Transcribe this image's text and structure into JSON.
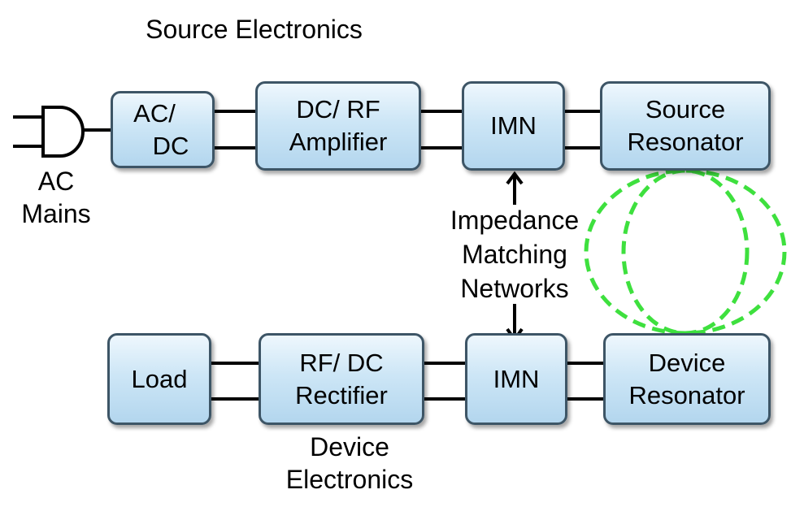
{
  "headings": {
    "source_electronics": "Source Electronics",
    "device_electronics": [
      "Device",
      "Electronics"
    ]
  },
  "ac_mains": [
    "AC",
    "Mains"
  ],
  "source_chain": {
    "acdc": [
      "AC/",
      "DC"
    ],
    "amplifier": [
      "DC/ RF",
      "Amplifier"
    ],
    "imn": "IMN",
    "resonator": [
      "Source",
      "Resonator"
    ]
  },
  "device_chain": {
    "load": "Load",
    "rectifier": [
      "RF/ DC",
      "Rectifier"
    ],
    "imn": "IMN",
    "resonator": [
      "Device",
      "Resonator"
    ]
  },
  "imn_caption": [
    "Impedance",
    "Matching",
    "Networks"
  ],
  "colors": {
    "box_fill": "#cde6f6",
    "box_border": "#3d5566",
    "field_lines": "#3ee03e",
    "wires": "#000000"
  },
  "icons": {
    "plug": "ac-plug-icon",
    "field": "magnetic-field-loops"
  }
}
